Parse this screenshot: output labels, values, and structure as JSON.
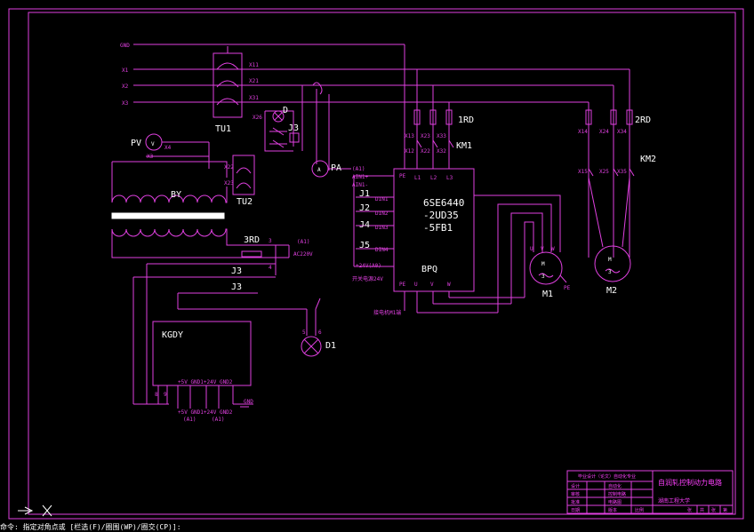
{
  "wires_in": {
    "gnd": "GND",
    "x1": "X1",
    "x2": "X2",
    "x3": "X3"
  },
  "tu1": {
    "label": "TU1",
    "t11": "X11",
    "t21": "X21",
    "t31": "X31"
  },
  "tu2": {
    "label": "TU2",
    "t26": "X26",
    "t22": "X22",
    "t23": "X23"
  },
  "pv": {
    "label": "PV",
    "sym": "V",
    "t3": "X3",
    "t4": "X4"
  },
  "pa": {
    "label": "PA",
    "sym": "A"
  },
  "lamp_d": {
    "label": "D"
  },
  "relay_j3": {
    "label": "J3"
  },
  "by": {
    "label": "BY"
  },
  "rd3": {
    "label": "3RD",
    "ac": "AC220V",
    "ai": "(A1)",
    "n3": "3",
    "n4": "4"
  },
  "fuse_1rd": {
    "label": "1RD",
    "t1": "X12",
    "t2": "X22",
    "t3": "X32"
  },
  "km1": {
    "label": "KM1",
    "t1": "X13",
    "t2": "X23",
    "t3": "X33"
  },
  "fuse_2rd": {
    "label": "2RD",
    "t1": "X14",
    "t2": "X24",
    "t3": "X34"
  },
  "km2": {
    "label": "KM2",
    "t1": "X15",
    "t2": "X25",
    "t3": "X35"
  },
  "inverter": {
    "line1": "6SE6440",
    "line2": "-2UD35",
    "line3": "-5FB1",
    "name": "BPQ",
    "pe": "PE",
    "l1": "L1",
    "l2": "L2",
    "l3": "L3",
    "ai_label": "(A1)",
    "ain1p": "AIN1+",
    "ain1m": "AIN1-",
    "din1": "DIN1",
    "din2": "DIN2",
    "din3": "DIN3",
    "din4": "DIN4",
    "v24": "+24V(A0)",
    "sw_label": "开关电源24V",
    "out_pe": "PE",
    "out_u": "U",
    "out_v": "V",
    "out_w": "W",
    "motor_note": "接电机M1端"
  },
  "relays": {
    "j1": "J1",
    "j2": "J2",
    "j4": "J4",
    "j5": "J5"
  },
  "j3_lower": {
    "a": "J3",
    "b": "J3"
  },
  "m1": {
    "label": "M1",
    "sym": "M",
    "phase": "3",
    "pe": "PE",
    "u": "U",
    "v": "V",
    "w": "W"
  },
  "m2": {
    "label": "M2",
    "sym": "M",
    "phase": "3"
  },
  "d1": {
    "label": "D1",
    "n5": "5",
    "n6": "6"
  },
  "kgdy": {
    "label": "KGDY",
    "pins": "+5V GND1+24V GND2",
    "pins2": "+5V GND1+24V GND2",
    "a1": "(A1)",
    "a2": "(A1)",
    "gnd": "GND",
    "n8": "8",
    "n9": "9"
  },
  "titleblock": {
    "title": "自润轧控制动力电路",
    "school": "湖南工程大学",
    "header": "毕业设计（论文）自动化专业",
    "r1a": "设计",
    "r1b": "自动化",
    "r2a": "审核",
    "r2b": "控制电路",
    "r3a": "批准",
    "r3b": "电路图",
    "r4a": "日期",
    "r4b": "版本",
    "r4c": "比例",
    "sheet1": "共",
    "sheet2": "张",
    "sheet3": "第",
    "sheet4": "张"
  },
  "status": "命令: 指定对角点或 [栏选(F)/圈围(WP)/圈交(CP)]:"
}
